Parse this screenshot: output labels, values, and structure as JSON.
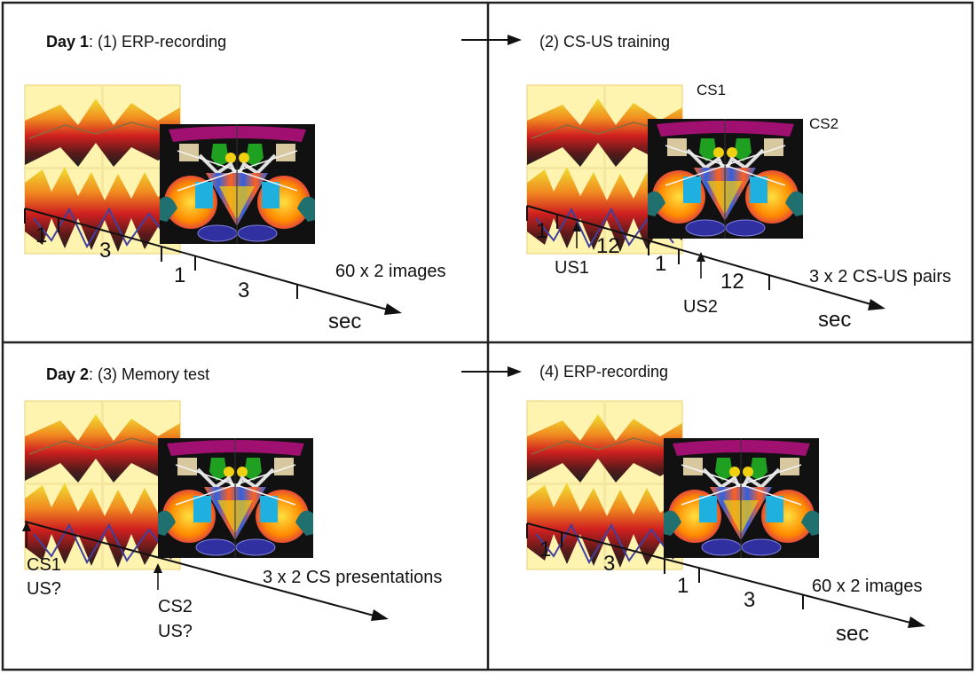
{
  "colors": {
    "frame": "#222222",
    "ink": "#111111",
    "yellow_bg": "#fff3b0",
    "dark_panel": "#111111"
  },
  "icons": [
    "arrow-right-icon",
    "arrow-up-icon",
    "time-arrow-icon"
  ],
  "panels": {
    "p1": {
      "day_label": "Day 1",
      "rest": ": (1) ERP-recording",
      "ticks": [
        "1",
        "3",
        "1",
        "3"
      ],
      "count": "60 x 2 images",
      "time_unit": "sec"
    },
    "p2": {
      "title": "(2) CS-US training",
      "cs1": "CS1",
      "cs2": "CS2",
      "ticks": [
        "1",
        "12",
        "1",
        "12"
      ],
      "us1": "US1",
      "us2": "US2",
      "count": "3 x 2 CS-US pairs",
      "time_unit": "sec"
    },
    "p3": {
      "day_label": "Day 2",
      "rest": ": (3) Memory test",
      "cs1": "CS1",
      "us1q": "US?",
      "cs2": "CS2",
      "us2q": "US?",
      "count": "3 x 2 CS presentations"
    },
    "p4": {
      "title": "(4) ERP-recording",
      "ticks": [
        "1",
        "3",
        "1",
        "3"
      ],
      "count": "60 x 2 images",
      "time_unit": "sec"
    }
  }
}
